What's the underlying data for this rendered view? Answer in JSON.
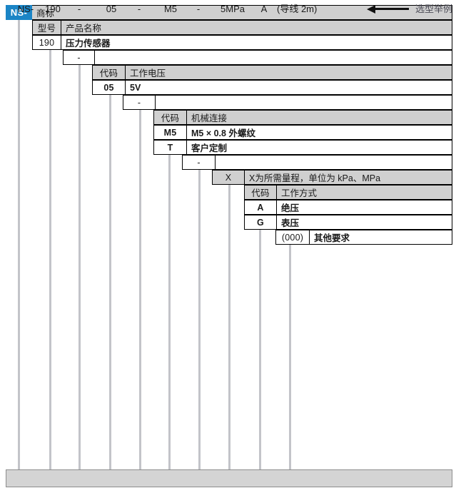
{
  "diagram": {
    "title_tag": "NS-",
    "brand_color": "#1b85c6",
    "header_bg": "#d0d0d0",
    "connector_color": "#c3c4c9"
  },
  "levels": {
    "brand": {
      "code": "NS-",
      "header": "商标"
    },
    "model": {
      "code_header": "型号",
      "desc_header": "产品名称",
      "code": "190",
      "desc": "压力传感器",
      "separator": "-"
    },
    "voltage": {
      "code_header": "代码",
      "desc_header": "工作电压",
      "code": "05",
      "desc": "5V",
      "separator": "-"
    },
    "connection": {
      "code_header": "代码",
      "desc_header": "机械连接",
      "rows": [
        {
          "code": "M5",
          "desc": "M5 × 0.8 外螺纹"
        },
        {
          "code": "T",
          "desc": "客户定制"
        }
      ],
      "separator": "-"
    },
    "range": {
      "code": "X",
      "desc": "X为所需量程，单位为 kPa、MPa"
    },
    "mode": {
      "code_header": "代码",
      "desc_header": "工作方式",
      "rows": [
        {
          "code": "A",
          "desc": "绝压"
        },
        {
          "code": "G",
          "desc": "表压"
        }
      ]
    },
    "other": {
      "code": "(000)",
      "desc": "其他要求"
    }
  },
  "example": {
    "parts": [
      "NS-",
      "190",
      "-",
      "05",
      "-",
      "M5",
      "-",
      "5MPa",
      "A",
      "(导线 2m)"
    ],
    "label": "选型举例",
    "arrow": "left-arrow-icon"
  }
}
